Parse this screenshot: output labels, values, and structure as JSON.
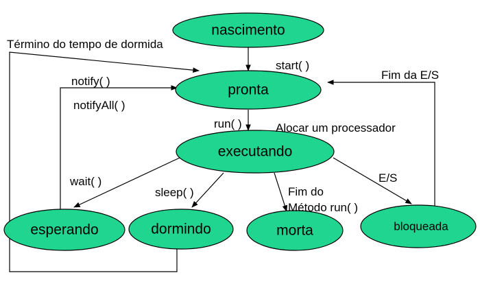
{
  "states": {
    "nascimento": "nascimento",
    "pronta": "pronta",
    "executando": "executando",
    "esperando": "esperando",
    "dormindo": "dormindo",
    "morta": "morta",
    "bloqueada": "bloqueada"
  },
  "transitions": {
    "termino_sono": "Término do tempo de dormida",
    "start": "start( )",
    "fim_es": "Fim da E/S",
    "notify": "notify( )",
    "notify_all": "notifyAll( )",
    "run": "run( )",
    "alocar": "Alocar um processador",
    "wait": "wait(  )",
    "sleep": "sleep(  )",
    "fim_do": "Fim do",
    "metodo_run": "Método run( )",
    "es": "E/S"
  },
  "colors": {
    "node_fill": "#1fd58f",
    "stroke": "#000000"
  }
}
